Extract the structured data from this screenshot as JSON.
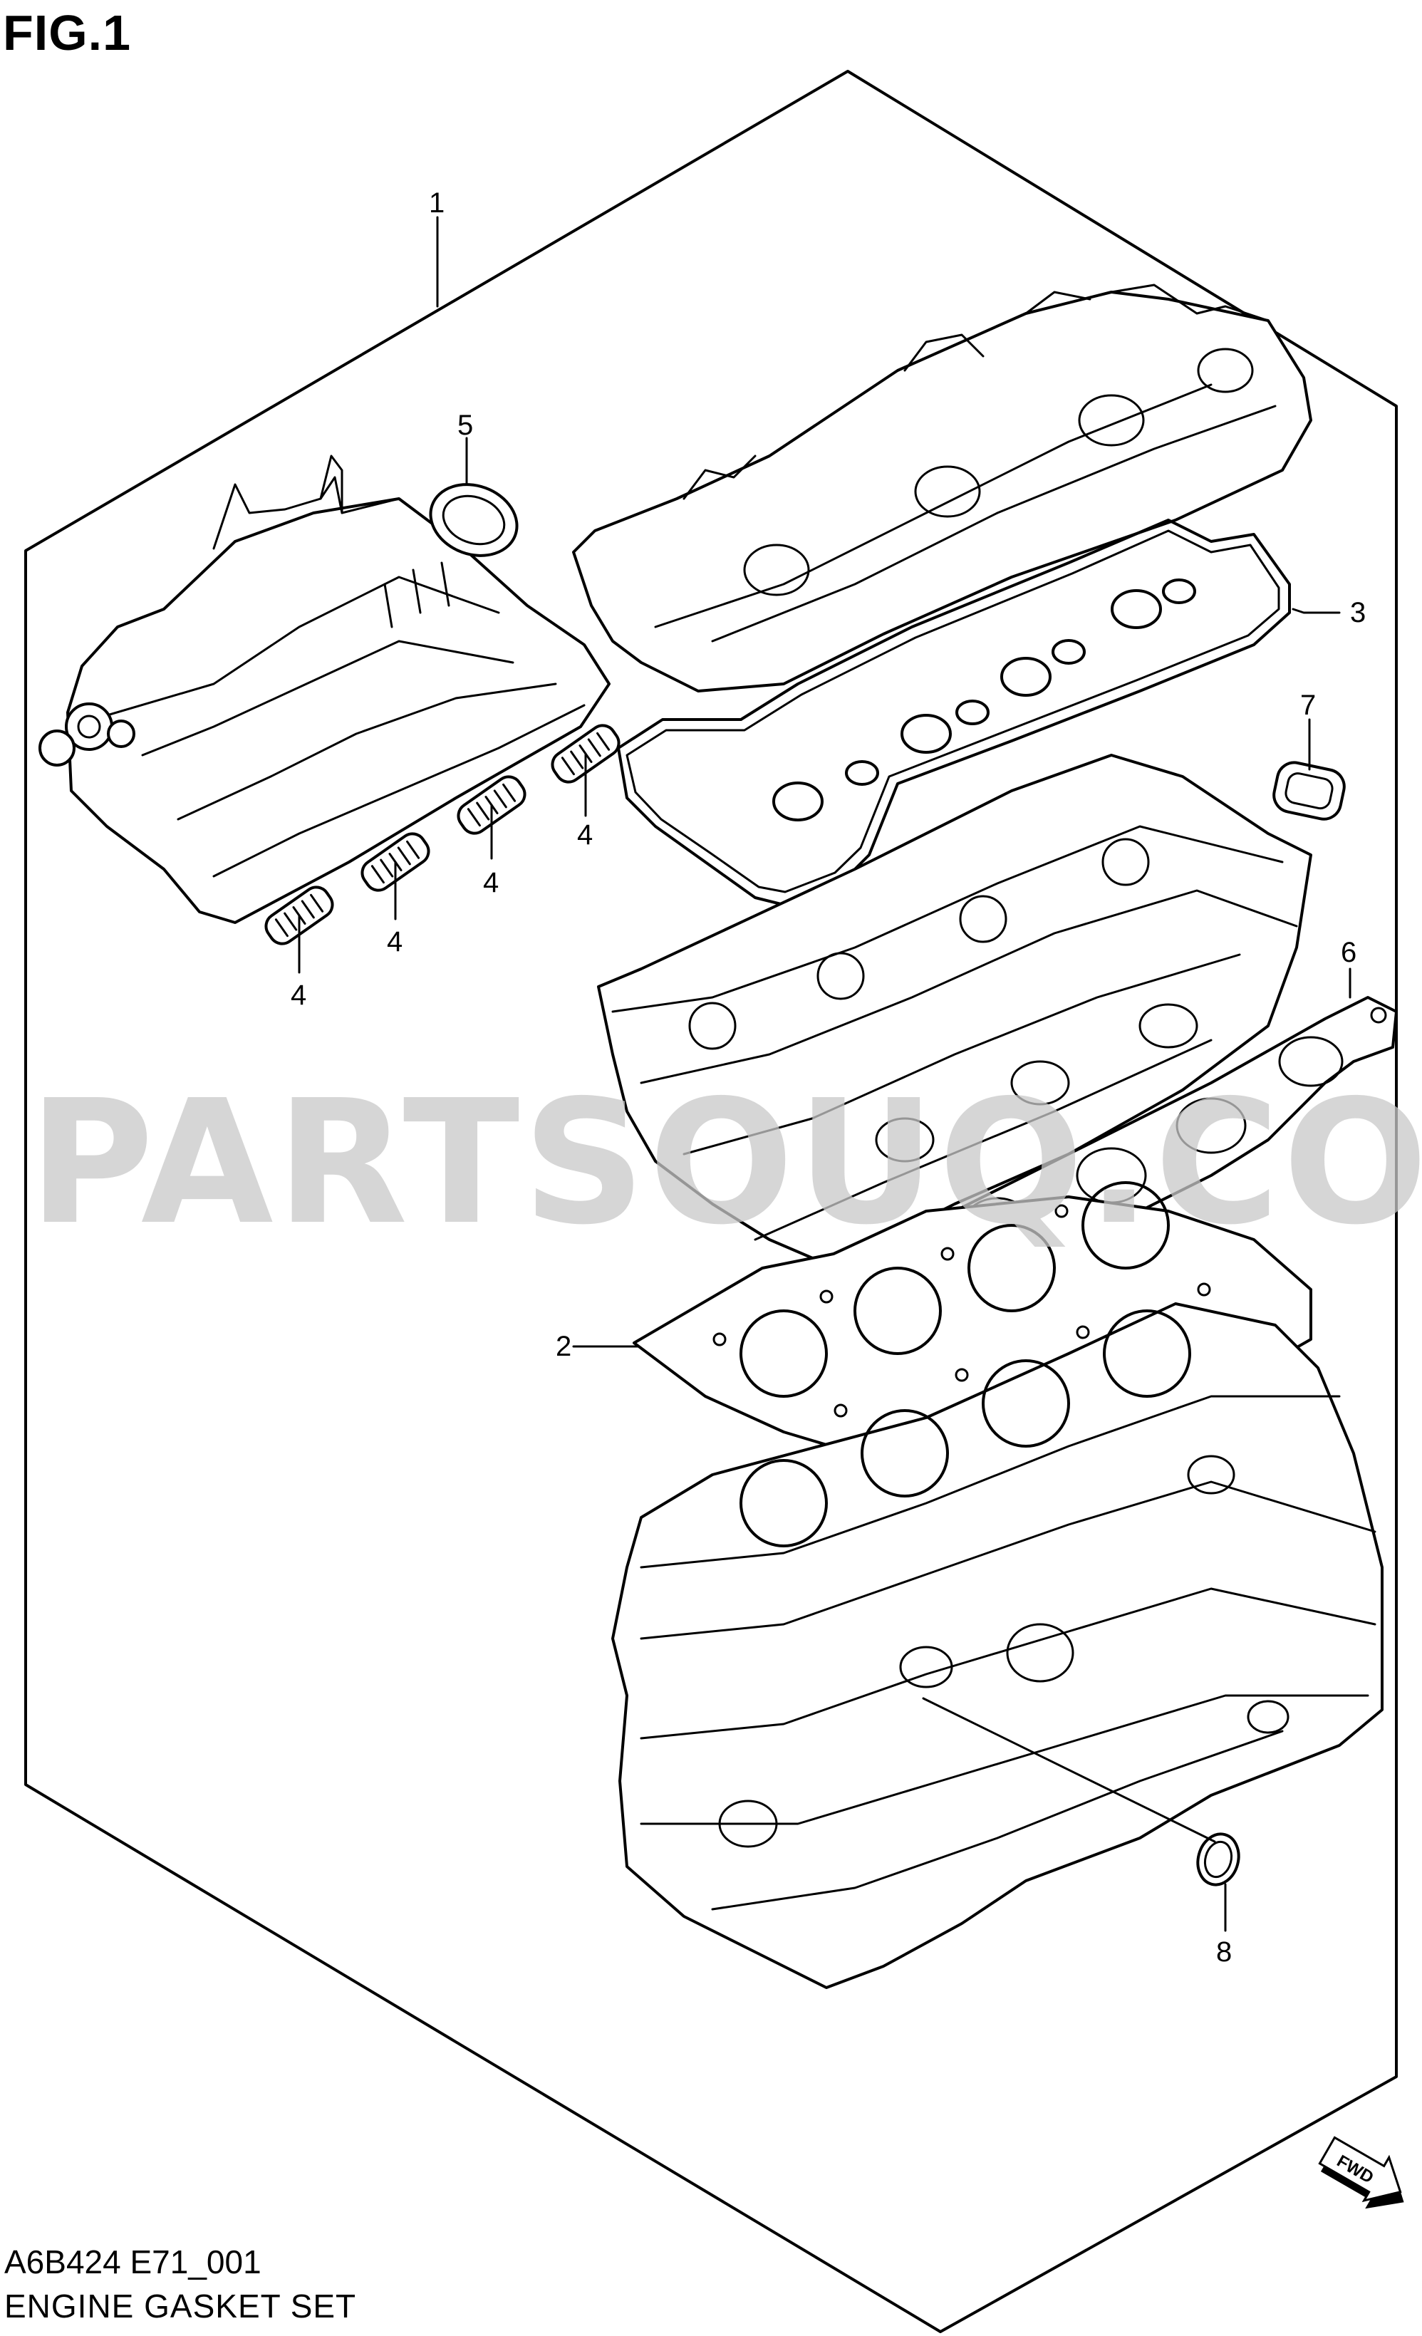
{
  "figure_label": "FIG.1",
  "diagram_code": "A6B424 E71_001",
  "diagram_name": "ENGINE GASKET SET",
  "watermark": "PARTSOUQ.COM",
  "direction_badge": "FWD",
  "callouts": {
    "c1": "1",
    "c2": "2",
    "c3": "3",
    "c4a": "4",
    "c4b": "4",
    "c4c": "4",
    "c4d": "4",
    "c5": "5",
    "c6": "6",
    "c7": "7",
    "c8": "8"
  }
}
